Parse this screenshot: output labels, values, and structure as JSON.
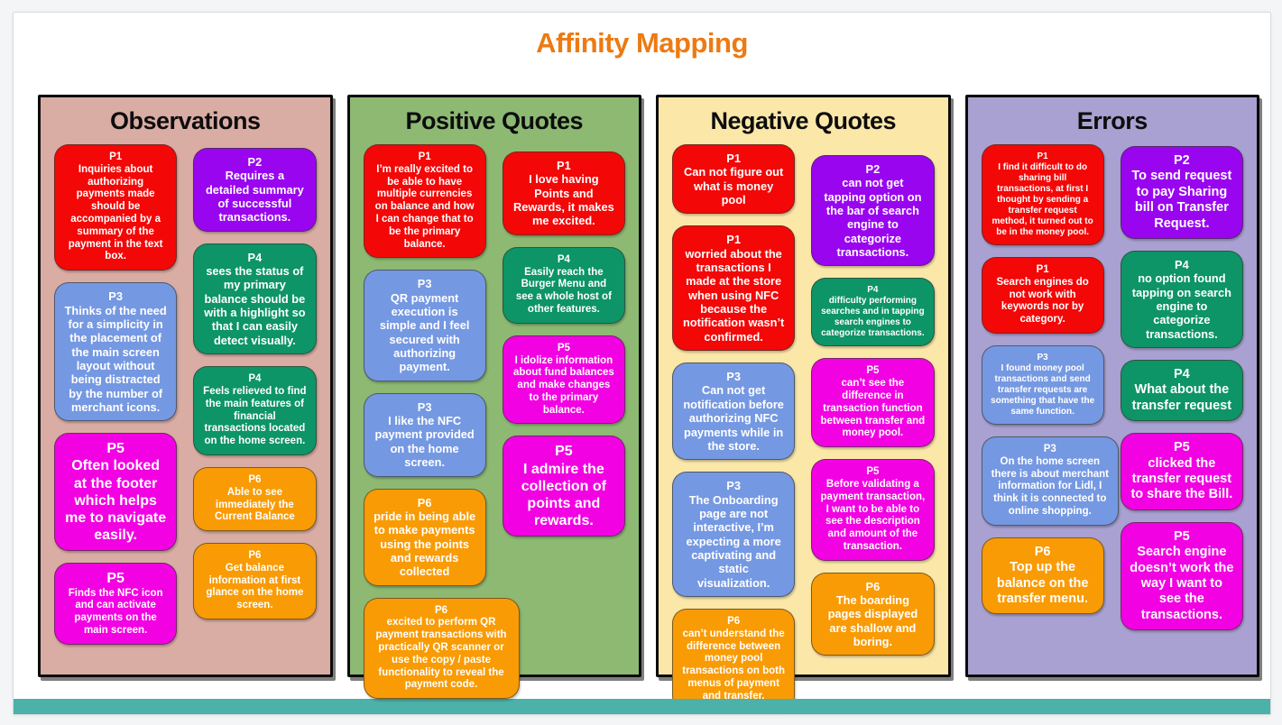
{
  "page": {
    "title": "Affinity Mapping",
    "accent_color": "#ED7A12",
    "footer_bar_color": "#4BB1A9"
  },
  "note_colors": {
    "red": "#F40707",
    "purple": "#9905EF",
    "blue": "#7598E2",
    "teal": "#0D9467",
    "magenta": "#F202E2",
    "orange": "#F99B04"
  },
  "panels": [
    {
      "title": "Observations",
      "bg": "#D9ACA4",
      "left": [
        {
          "p": "P1",
          "color": "red",
          "size": "sm",
          "text": "Inquiries about authorizing payments made should be accompanied by a summary of the payment in the text box."
        },
        {
          "p": "P3",
          "color": "blue",
          "size": "md",
          "text": "Thinks of the need for a simplicity in the placement of the main screen layout without being distracted by the number of merchant icons."
        },
        {
          "p": "P5",
          "color": "magenta",
          "size": "xl",
          "text": "Often looked at the footer which helps me to navigate easily."
        },
        {
          "p": "P5",
          "color": "magenta",
          "size": "sm",
          "psize": "xl",
          "text": "Finds the NFC icon and can activate payments on the main screen."
        }
      ],
      "right": [
        {
          "p": "P2",
          "color": "purple",
          "size": "md",
          "text": "Requires a detailed summary of successful transactions."
        },
        {
          "p": "P4",
          "color": "teal",
          "size": "md",
          "text": "sees the status of my primary balance should be with a highlight so that I can easily detect visually."
        },
        {
          "p": "P4",
          "color": "teal",
          "size": "sm",
          "text": "Feels relieved to find the main features of financial transactions located on the home screen."
        },
        {
          "p": "P6",
          "color": "orange",
          "size": "sm",
          "text": "Able to see immediately the Current Balance"
        },
        {
          "p": "P6",
          "color": "orange",
          "size": "sm",
          "text": "Get balance information at first glance on the home screen."
        }
      ]
    },
    {
      "title": "Positive Quotes",
      "bg": "#8DB973",
      "left": [
        {
          "p": "P1",
          "color": "red",
          "size": "sm",
          "text": "I’m really excited to be able to have multiple currencies on balance and how I can change that to be the primary balance."
        },
        {
          "p": "P3",
          "color": "blue",
          "size": "md",
          "text": "QR payment execution is simple and I feel secured with authorizing payment."
        },
        {
          "p": "P3",
          "color": "blue",
          "size": "md",
          "text": "I like the NFC payment provided on the home screen."
        },
        {
          "p": "P6",
          "color": "orange",
          "size": "md",
          "text": "pride in being able to make payments using the points and rewards collected"
        },
        {
          "p": "P6",
          "color": "orange",
          "size": "sm",
          "wide": true,
          "text": "excited to perform QR payment transactions with practically QR scanner or use the copy / paste functionality to reveal the payment code."
        }
      ],
      "right": [
        {
          "p": "P1",
          "color": "red",
          "size": "md",
          "text": "I love having Points and Rewards, it makes me excited."
        },
        {
          "p": "P4",
          "color": "teal",
          "size": "sm",
          "text": "Easily reach the Burger Menu and see a whole host of other features."
        },
        {
          "p": "P5",
          "color": "magenta",
          "size": "sm",
          "text": "I idolize information about fund balances and make changes to the primary balance."
        },
        {
          "p": "P5",
          "color": "magenta",
          "size": "xl",
          "text": "I admire the collection of points and rewards."
        }
      ]
    },
    {
      "title": "Negative Quotes",
      "bg": "#FBE7A8",
      "left": [
        {
          "p": "P1",
          "color": "red",
          "size": "md",
          "text": "Can not figure out what is money pool"
        },
        {
          "p": "P1",
          "color": "red",
          "size": "md",
          "text": "worried about the transactions I made at the store when using NFC because the notification wasn’t confirmed."
        },
        {
          "p": "P3",
          "color": "blue",
          "size": "md",
          "text": "Can not get notification before authorizing NFC payments while in the store."
        },
        {
          "p": "P3",
          "color": "blue",
          "size": "md",
          "text": "The Onboarding page are not interactive, I’m expecting a more captivating and static visualization."
        },
        {
          "p": "P6",
          "color": "orange",
          "size": "sm",
          "text": "can’t understand the difference between money pool transactions on both menus of payment and transfer."
        }
      ],
      "right": [
        {
          "p": "P2",
          "color": "purple",
          "size": "md",
          "text": "can not get tapping option on the bar of search engine to categorize transactions."
        },
        {
          "p": "P4",
          "color": "teal",
          "size": "xs",
          "text": "difficulty performing searches and in tapping search engines to categorize transactions."
        },
        {
          "p": "P5",
          "color": "magenta",
          "size": "sm",
          "text": "can’t see the difference in transaction function between transfer and money pool."
        },
        {
          "p": "P5",
          "color": "magenta",
          "size": "sm",
          "text": "Before validating a payment transaction, I want to be able to see the description and amount of the transaction."
        },
        {
          "p": "P6",
          "color": "orange",
          "size": "md",
          "text": "The boarding pages displayed are shallow and boring."
        }
      ]
    },
    {
      "title": "Errors",
      "bg": "#A9A1D1",
      "left": [
        {
          "p": "P1",
          "color": "red",
          "size": "xs",
          "text": "I find it difficult to do sharing bill transactions, at first I thought by sending a transfer request method, it turned out to be in the money pool."
        },
        {
          "p": "P1",
          "color": "red",
          "size": "sm",
          "text": "Search engines do not work with keywords nor by category."
        },
        {
          "p": "P3",
          "color": "blue",
          "size": "xs",
          "text": "I found money pool transactions and send transfer requests are something that have the same function."
        },
        {
          "p": "P3",
          "color": "blue",
          "size": "sm",
          "wide": "sm",
          "text": "On the home screen there is about merchant information for Lidl, I think it is connected to online shopping."
        },
        {
          "p": "P6",
          "color": "orange",
          "size": "lg",
          "text": "Top up the balance on the transfer menu."
        }
      ],
      "right": [
        {
          "p": "P2",
          "color": "purple",
          "size": "lg",
          "text": "To send request to pay Sharing bill on Transfer Request."
        },
        {
          "p": "P4",
          "color": "teal",
          "size": "md",
          "text": "no option found tapping on search engine to categorize transactions."
        },
        {
          "p": "P4",
          "color": "teal",
          "size": "lg",
          "text": "What about the transfer request"
        },
        {
          "p": "P5",
          "color": "magenta",
          "size": "lg",
          "text": "clicked the transfer request to share the Bill."
        },
        {
          "p": "P5",
          "color": "magenta",
          "size": "lg",
          "text": "Search engine doesn’t work the way I want to see the transactions."
        }
      ]
    }
  ]
}
